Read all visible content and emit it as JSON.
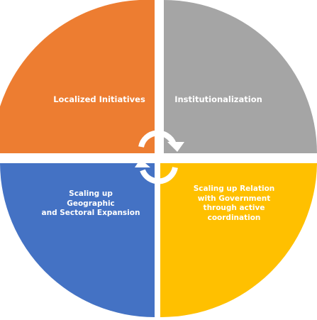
{
  "diagram": {
    "colors": {
      "top_left": "#ED7D31",
      "top_right": "#A5A5A5",
      "bottom_left": "#4472C4",
      "bottom_right": "#FFC000",
      "arrows": "#ffffff"
    },
    "quadrants": [
      {
        "position": "top-left",
        "label": "Localized Initiatives"
      },
      {
        "position": "top-right",
        "label": "Institutionalization"
      },
      {
        "position": "bottom-left",
        "label": "Scaling up\nGeographic\nand Sectoral Expansion"
      },
      {
        "position": "bottom-right",
        "label": "Scaling up Relation\nwith Government\nthrough active\ncoordination"
      }
    ],
    "cycle_direction": "clockwise"
  }
}
